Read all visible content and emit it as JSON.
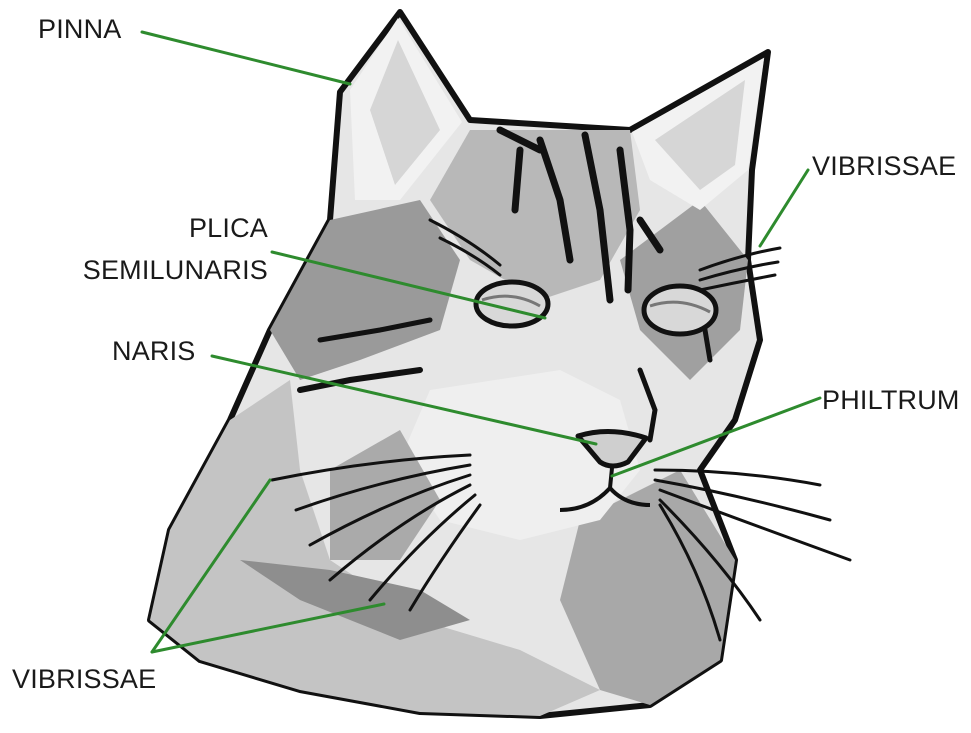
{
  "labels": {
    "pinna": "PINNA",
    "vibrissae_top": "VIBRISSAE",
    "plica_line1": "PLICA",
    "plica_line2": "SEMILUNARIS",
    "naris": "NARIS",
    "philtrum": "PHILTRUM",
    "vibrissae_bottom": "VIBRISSAE"
  },
  "colors": {
    "leader": "#2e8b2e",
    "outline": "#111111",
    "fur_light": "#e2e2e2",
    "fur_mid": "#b5b5b5",
    "fur_dark": "#8a8a8a",
    "nose": "#d0d0d0"
  }
}
